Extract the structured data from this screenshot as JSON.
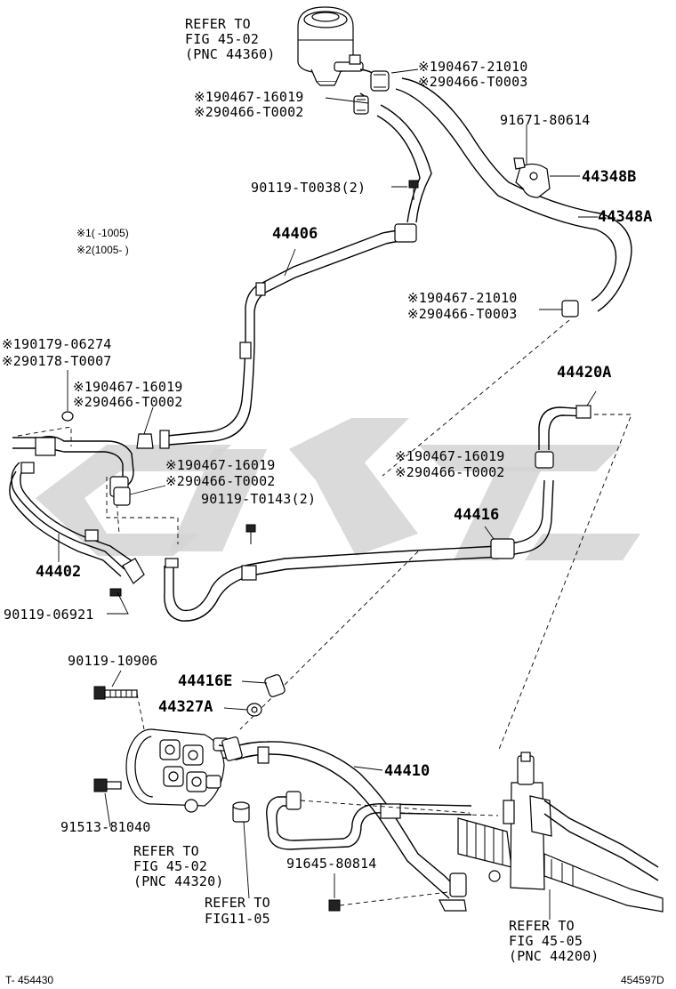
{
  "labels": {
    "reservoir_ref": [
      "REFER TO",
      "FIG 45-02",
      "(PNC 44360)"
    ],
    "clip_top_1": "※190467-21010",
    "clip_top_2": "※290466-T0003",
    "clip_mid_1": "※190467-16019",
    "clip_mid_2": "※290466-T0002",
    "nut_91671": "91671-80614",
    "bracket_44348B": "44348B",
    "bolt_t0038": "90119-T0038(2)",
    "hose_44348A": "44348A",
    "legend_1": "※1(  -1005)",
    "legend_2": "※2(1005-   )",
    "hose_44406": "44406",
    "clip_r_1": "※190467-21010",
    "clip_r_2": "※290466-T0003",
    "nut_left_1": "※190179-06274",
    "nut_left_2": "※290178-T0007",
    "clip_l_1": "※190467-16019",
    "clip_l_2": "※290466-T0002",
    "tube_44420A": "44420A",
    "clip_c_1": "※190467-16019",
    "clip_c_2": "※290466-T0002",
    "clip_rr_1": "※190467-16019",
    "clip_rr_2": "※290466-T0002",
    "bolt_t0143": "90119-T0143(2)",
    "hose_44416": "44416",
    "tube_44402": "44402",
    "bolt_06921": "90119-06921",
    "bolt_10906": "90119-10906",
    "fit_44416E": "44416E",
    "gasket_44327A": "44327A",
    "hose_44410": "44410",
    "bolt_91513": "91513-81040",
    "pump_ref": [
      "REFER TO",
      "FIG 45-02",
      "(PNC 44320)"
    ],
    "nut_91645": "91645-80814",
    "fig_ref": [
      "REFER TO",
      "FIG11-05"
    ],
    "gear_ref": [
      "REFER TO",
      "FIG 45-05",
      "(PNC 44200)"
    ]
  },
  "footer": {
    "left_code": "T- 454430",
    "right_code": "454597D"
  },
  "colors": {
    "line": "#000000",
    "background": "#ffffff",
    "watermark": "#d4d4d4"
  }
}
